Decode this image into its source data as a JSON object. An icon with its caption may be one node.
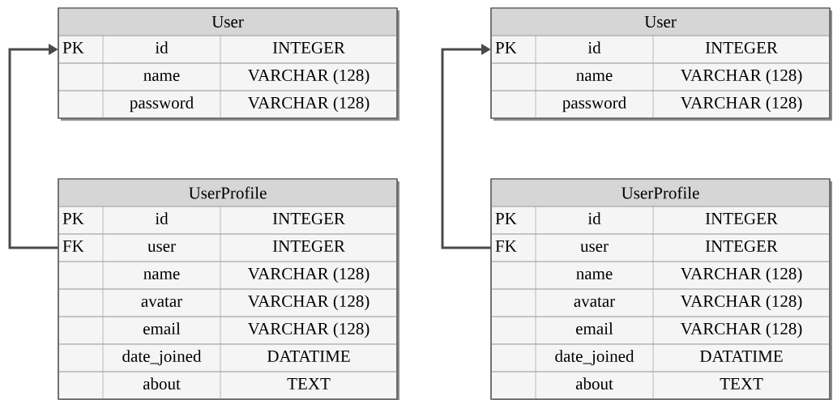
{
  "diagram": {
    "nodes": [
      {
        "text": [
          "User"
        ]
      },
      {
        "text": [
          "PK",
          "id",
          "INTEGER"
        ],
        "in": 0
      },
      {
        "text": [
          "name",
          "VARCHAR (128)"
        ],
        "in": 0
      },
      {
        "text": [
          "password",
          "VARCHAR (128)"
        ],
        "in": 0
      },
      {
        "text": [
          "UserProfile"
        ]
      },
      {
        "text": [
          "PK",
          "id",
          "INTEGER"
        ],
        "in": 4
      },
      {
        "text": [
          "FK",
          "user",
          "INTEGER"
        ],
        "in": 4
      },
      {
        "text": [
          "name",
          "VARCHAR (128)"
        ],
        "in": 4
      },
      {
        "text": [
          "avatar",
          "VARCHAR (128)"
        ],
        "in": 4
      },
      {
        "text": [
          "email",
          "VARCHAR (128)"
        ],
        "in": 4
      },
      {
        "text": [
          "date_joined",
          "DATATIME"
        ],
        "in": 4
      },
      {
        "text": [
          "about",
          "TEXT"
        ],
        "in": 4
      },
      {
        "text": [
          "User"
        ]
      },
      {
        "text": [
          "PK",
          "id",
          "INTEGER"
        ],
        "in": 12
      },
      {
        "text": [
          "name",
          "VARCHAR (128)"
        ],
        "in": 12
      },
      {
        "text": [
          "password",
          "VARCHAR (128)"
        ],
        "in": 12
      },
      {
        "text": [
          "UserProfile"
        ]
      },
      {
        "text": [
          "PK",
          "id",
          "INTEGER"
        ],
        "in": 16
      },
      {
        "text": [
          "FK",
          "user",
          "INTEGER"
        ],
        "in": 16
      },
      {
        "text": [
          "name",
          "VARCHAR (128)"
        ],
        "in": 16
      },
      {
        "text": [
          "avatar",
          "VARCHAR (128)"
        ],
        "in": 16
      },
      {
        "text": [
          "email",
          "VARCHAR (128)"
        ],
        "in": 16
      },
      {
        "text": [
          "date_joined",
          "DATATIME"
        ],
        "in": 16
      },
      {
        "text": [
          "about",
          "TEXT"
        ],
        "in": 16
      }
    ],
    "edges": [
      {
        "from": 6,
        "to": 1,
        "arrow": "to"
      },
      {
        "from": 18,
        "to": 13,
        "arrow": "to"
      }
    ]
  }
}
